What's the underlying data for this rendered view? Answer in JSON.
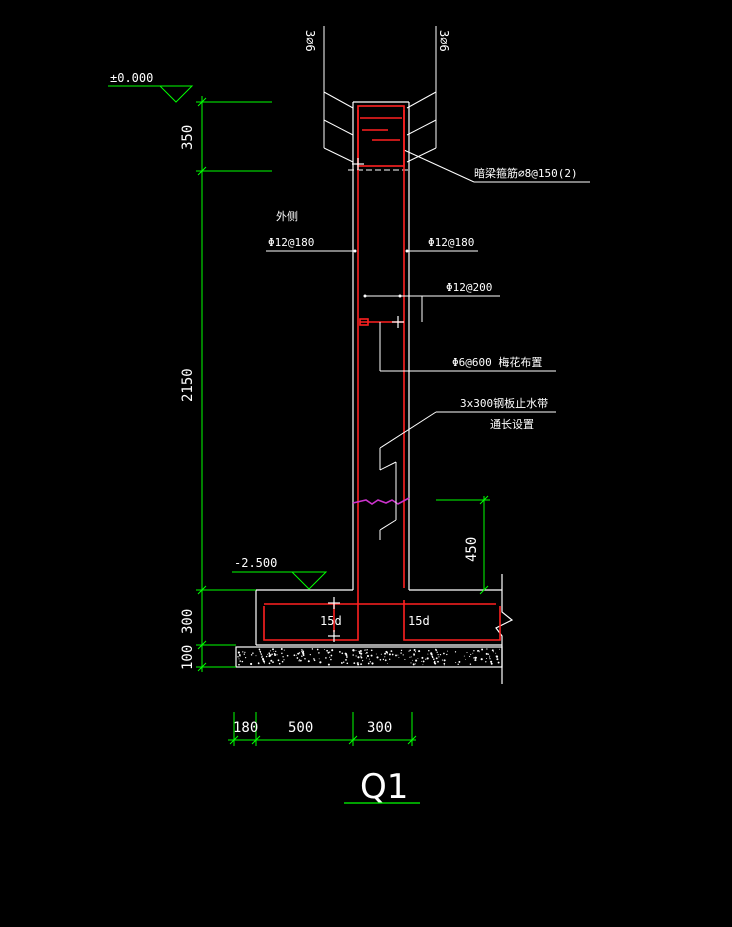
{
  "colors": {
    "background": "#000000",
    "outline": "#ffffff",
    "rebar": "#ff2020",
    "dimension": "#00ff00",
    "waterstop": "#cc33cc",
    "text": "#ffffff"
  },
  "elevations": {
    "top": "±0.000",
    "bottom": "-2.500"
  },
  "vertical_dims": {
    "top_beam": "350",
    "wall": "2150",
    "base": "300",
    "bedding": "100",
    "waterstop_height": "450"
  },
  "horizontal_dims": {
    "toe": "180",
    "middle": "500",
    "heel": "300"
  },
  "annotations": {
    "beam_top_bars_left": "3⌀6",
    "beam_top_bars_right": "3⌀6",
    "beam_stirrup": "暗梁箍筋⌀8@150(2)",
    "outer_side": "外侧",
    "outer_bar": "Φ12@180",
    "inner_bar": "Φ12@180",
    "horizontal_bar": "Φ12@200",
    "tie_bar": "Φ6@600 梅花布置",
    "waterstop_line1": "3x300钢板止水带",
    "waterstop_line2": "通长设置",
    "anchor_left": "15d",
    "anchor_right": "15d"
  },
  "section_title": "Q1"
}
